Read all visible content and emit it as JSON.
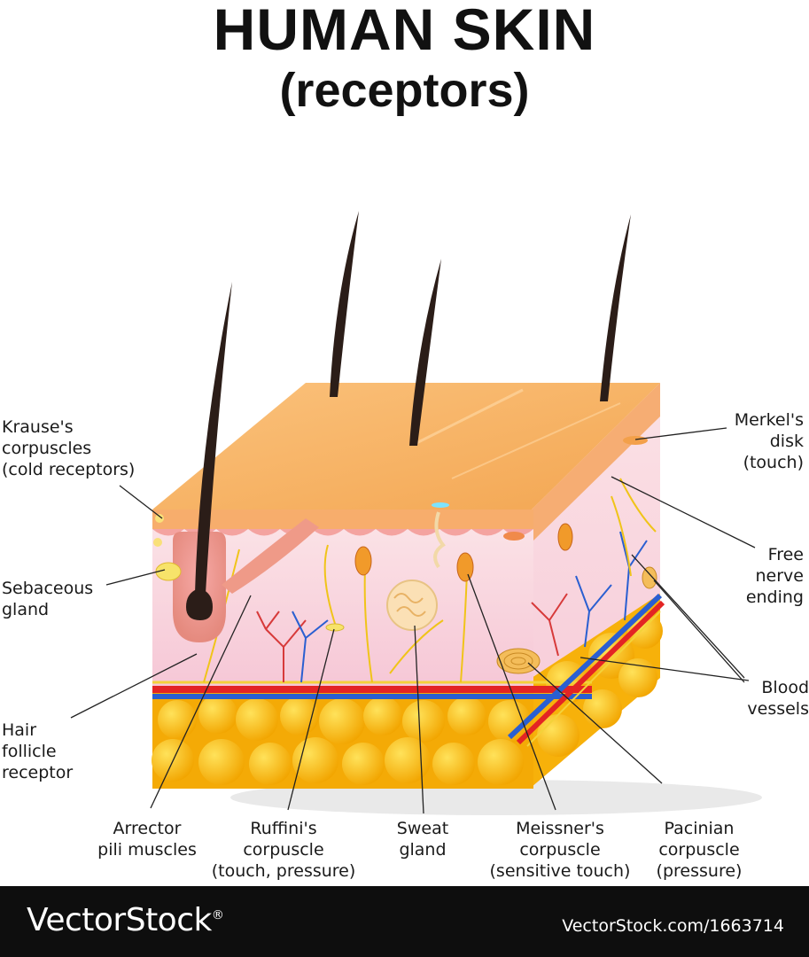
{
  "title": "HUMAN SKIN",
  "subtitle": "(receptors)",
  "labels": {
    "krause": [
      "Krause's",
      "corpuscles",
      "(cold receptors)"
    ],
    "sebaceous": [
      "Sebaceous",
      "gland"
    ],
    "hair_follicle": [
      "Hair",
      "follicle",
      "receptor"
    ],
    "arrector": [
      "Arrector",
      "pili muscles"
    ],
    "ruffini": [
      "Ruffini's",
      "corpuscle",
      "(touch, pressure)"
    ],
    "sweat": [
      "Sweat",
      "gland"
    ],
    "meissner": [
      "Meissner's",
      "corpuscle",
      "(sensitive touch)"
    ],
    "pacinian": [
      "Pacinian",
      "corpuscle",
      "(pressure)"
    ],
    "merkel": [
      "Merkel's",
      "disk",
      "(touch)"
    ],
    "free_nerve": [
      "Free",
      "nerve",
      "ending"
    ],
    "blood_vessels": [
      "Blood",
      "vessels"
    ]
  },
  "footer": {
    "brand": "VectorStock",
    "brand_mark": "®",
    "url": "VectorStock.com/1663714"
  },
  "colors": {
    "epidermis": "#f7b76a",
    "dermis": "#f8d2dc",
    "fat": "#f5b80f",
    "artery": "#e32424",
    "vein": "#2a5fd1",
    "nerve": "#f0c419"
  }
}
